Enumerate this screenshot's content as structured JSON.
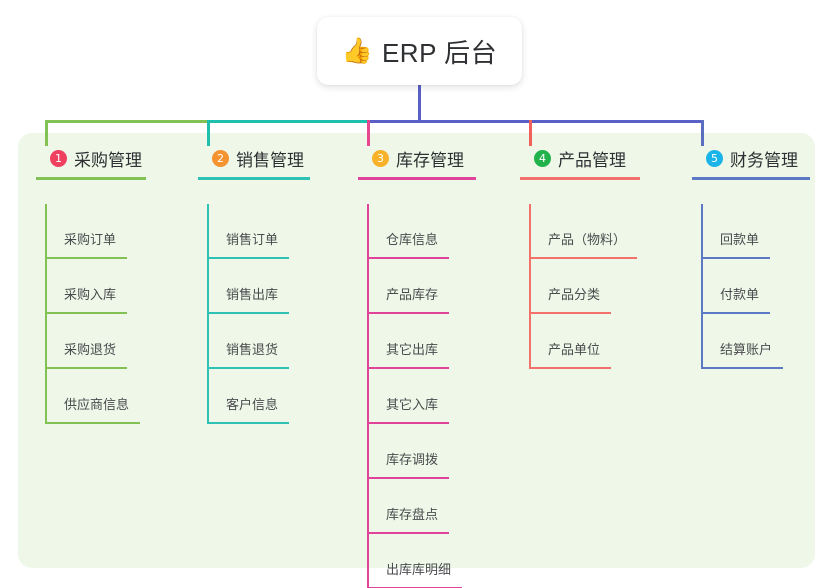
{
  "root": {
    "icon": "thumbs-up-icon",
    "icon_glyph": "👍",
    "title": "ERP 后台"
  },
  "palette": {
    "panel_bg": "#eef7e8",
    "canvas_bg": "#ffffff",
    "text": "#2f3033",
    "leaf_text": "#4a4b4e"
  },
  "connectors": {
    "root_stem_color": "#5a5fc7",
    "bus_segment_1_color": "#82c153",
    "bus_segment_2_color": "#1fbfae",
    "bus_segment_3_color": "#5a5fc7"
  },
  "columns": [
    {
      "number": "1",
      "title": "采购管理",
      "badge_color": "#ef4060",
      "line_color": "#82c153",
      "stub_color": "#82c153",
      "items": [
        {
          "label": "采购订单"
        },
        {
          "label": "采购入库"
        },
        {
          "label": "采购退货"
        },
        {
          "label": "供应商信息"
        }
      ]
    },
    {
      "number": "2",
      "title": "销售管理",
      "badge_color": "#f59331",
      "line_color": "#2ec2b4",
      "stub_color": "#1fbfae",
      "items": [
        {
          "label": "销售订单"
        },
        {
          "label": "销售出库"
        },
        {
          "label": "销售退货"
        },
        {
          "label": "客户信息"
        }
      ]
    },
    {
      "number": "3",
      "title": "库存管理",
      "badge_color": "#f7b22a",
      "line_color": "#e0439a",
      "stub_color": "#e8468f",
      "items": [
        {
          "label": "仓库信息"
        },
        {
          "label": "产品库存"
        },
        {
          "label": "其它出库"
        },
        {
          "label": "其它入库"
        },
        {
          "label": "库存调拨"
        },
        {
          "label": "库存盘点"
        },
        {
          "label": "出库库明细"
        }
      ]
    },
    {
      "number": "4",
      "title": "产品管理",
      "badge_color": "#22b24c",
      "line_color": "#f2716a",
      "stub_color": "#f2605c",
      "items": [
        {
          "label": "产品（物料）"
        },
        {
          "label": "产品分类"
        },
        {
          "label": "产品单位"
        }
      ]
    },
    {
      "number": "5",
      "title": "财务管理",
      "badge_color": "#1bb4e8",
      "line_color": "#5b79c4",
      "stub_color": "#5a6fc0",
      "items": [
        {
          "label": "回款单"
        },
        {
          "label": "付款单"
        },
        {
          "label": "结算账户"
        }
      ]
    }
  ]
}
